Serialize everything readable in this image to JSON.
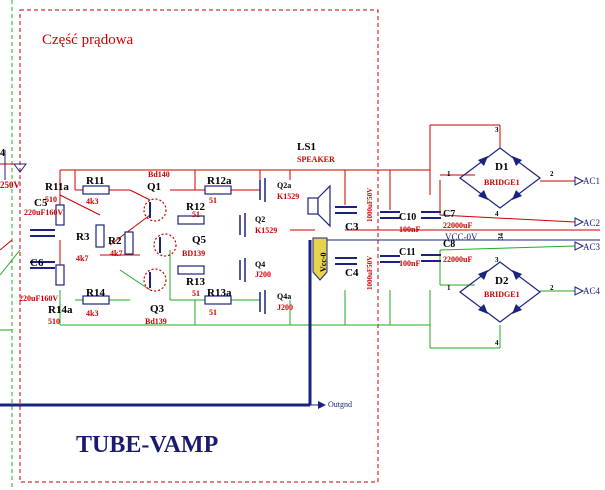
{
  "section_title": "Część prądowa",
  "board_title": "TUBE-VAMP",
  "labels": {
    "r11a": "R11a",
    "r11a_val": "510",
    "r11": "R11",
    "r11_val": "4k3",
    "q1": "Q1",
    "q1_part": "Bd140",
    "r12a": "R12a",
    "r12a_val": "51",
    "q2a": "Q2a",
    "q2a_part": "K1529",
    "r12": "R12",
    "r12_val": "51",
    "q2": "Q2",
    "q2_part": "K1529",
    "r3": "R3",
    "r3_val": "4k7",
    "r2": "R2",
    "r2_val": "4k7",
    "q5": "Q5",
    "q5_part": "BD139",
    "q4": "Q4",
    "q4_part": "J200",
    "r13": "R13",
    "r13_val": "51",
    "r13a": "R13a",
    "r13a_val": "51",
    "q4a": "Q4a",
    "q4a_part": "J200",
    "r14": "R14",
    "r14_val": "4k3",
    "q3": "Q3",
    "q3_part": "Bd139",
    "r14a": "R14a",
    "r14a_val": "510",
    "c5": "C5",
    "c5_val": "220uF160V",
    "c6": "C6",
    "c6_val": "220uF160V",
    "ls1": "LS1",
    "ls1_val": "SPEAKER",
    "vcc0": "Vcc-0",
    "c3": "C3",
    "c3_val": "1000uF50V",
    "c4": "C4",
    "c4_val": "1000uF50V",
    "c10": "C10",
    "c10_val": "100nF",
    "c11": "C11",
    "c11_val": "100nF",
    "c7": "C7",
    "c7_val": "22000uF",
    "c8": "C8",
    "c8_val": "22000uF",
    "vccnet": "VCC-0V",
    "d1": "D1",
    "d1_part": "BRIDGE1",
    "d2": "D2",
    "d2_part": "BRIDGE1",
    "ac1": "AC1",
    "ac2": "AC2",
    "ac3": "AC3",
    "ac4": "AC4",
    "outgnd": "Outgnd",
    "left_v": "250V",
    "left_num": "4",
    "pin1a": "1",
    "pin2a": "2",
    "pin3a": "3",
    "pin4a": "4",
    "pin1b": "1",
    "pin2b": "2",
    "pin3b": "3",
    "pin4b": "4",
    "pin34": "34"
  },
  "colors": {
    "wire_red": "#cc0000",
    "wire_green": "#22aa22",
    "wire_blue": "#1a237e",
    "component": "#1a237e",
    "frame": "#cc0000"
  }
}
